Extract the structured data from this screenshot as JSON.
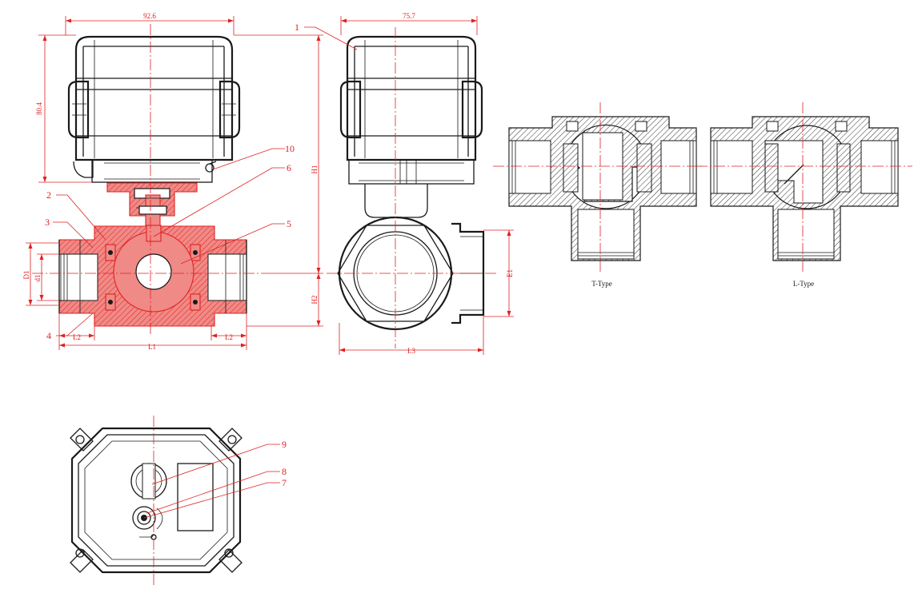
{
  "dimensions": {
    "width_top": "92.6",
    "width_side": "75.7",
    "height_actuator": "80.4",
    "H1": "H1",
    "H2": "H2",
    "D1": "D1",
    "d1": "d1",
    "L1": "L1",
    "L2_left": "L2",
    "L2_right": "L2",
    "L3": "L3",
    "E1": "E1"
  },
  "part_numbers": {
    "p1": "1",
    "p2": "2",
    "p3": "3",
    "p4": "4",
    "p5": "5",
    "p6": "6",
    "p7": "7",
    "p8": "8",
    "p9": "9",
    "p10": "10"
  },
  "captions": {
    "t_type": "T-Type",
    "l_type": "L-Type"
  },
  "colors": {
    "annotation": "#e02020",
    "section_fill": "#f08a86",
    "outline": "#1a1a1a"
  }
}
